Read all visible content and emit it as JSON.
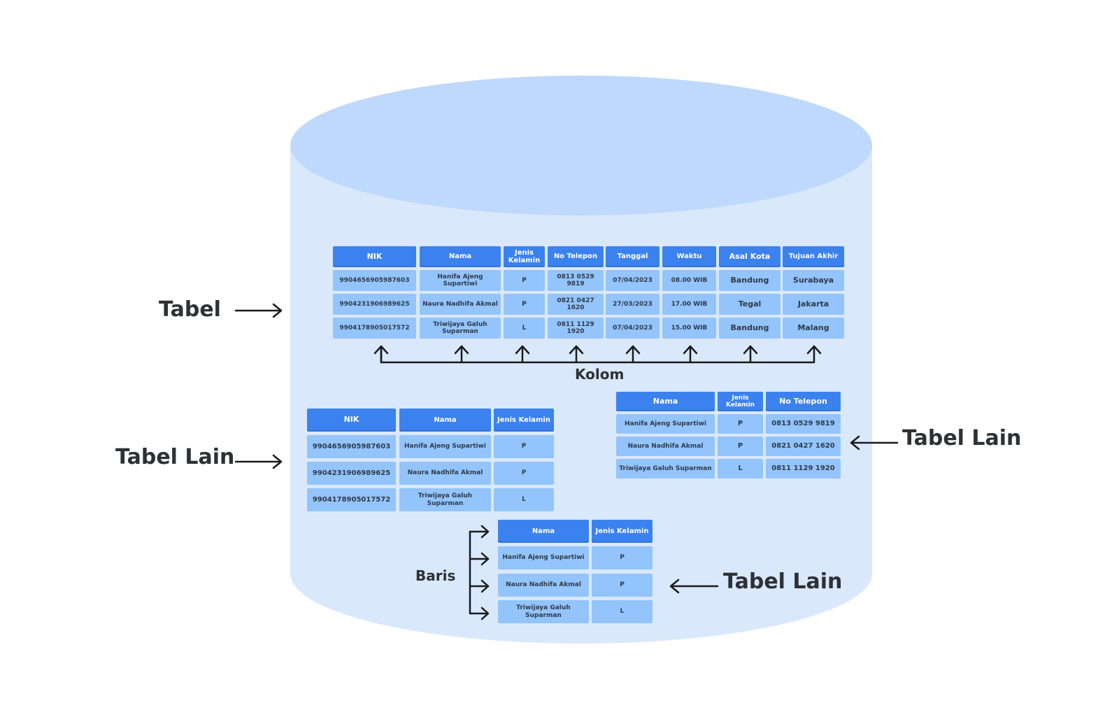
{
  "labels": {
    "tabel": "Tabel",
    "kolom": "Kolom",
    "baris": "Baris",
    "tabel_lain_left": "Tabel Lain",
    "tabel_lain_right": "Tabel Lain",
    "tabel_lain_bottom": "Tabel Lain"
  },
  "colors": {
    "cylinder_top": "#bed9fb",
    "cylinder_body": "#dae8fc",
    "header_cell": "#3b82ee",
    "data_cell": "#93c4fb",
    "arrow": "#1a1a1a"
  },
  "main_table": {
    "headers": [
      "NIK",
      "Nama",
      "Jenis Kelamin",
      "No Telepon",
      "Tanggal",
      "Waktu",
      "Asal Kota",
      "Tujuan Akhir"
    ],
    "rows": [
      [
        "9904656905987603",
        "Hanifa Ajeng Supartiwi",
        "P",
        "0813 0529 9819",
        "07/04/2023",
        "08.00 WIB",
        "Bandung",
        "Surabaya"
      ],
      [
        "9904231906989625",
        "Naura Nadhifa Akmal",
        "P",
        "0821 0427 1620",
        "27/03/2023",
        "17.00 WIB",
        "Tegal",
        "Jakarta"
      ],
      [
        "9904178905017572",
        "Triwijaya Galuh Suparman",
        "L",
        "0811 1129 1920",
        "07/04/2023",
        "15.00 WIB",
        "Bandung",
        "Malang"
      ]
    ]
  },
  "left_table": {
    "headers": [
      "NIK",
      "Nama",
      "Jenis Kelamin"
    ],
    "rows": [
      [
        "9904656905987603",
        "Hanifa Ajeng Supartiwi",
        "P"
      ],
      [
        "9904231906989625",
        "Naura Nadhifa Akmal",
        "P"
      ],
      [
        "9904178905017572",
        "Triwijaya Galuh Suparman",
        "L"
      ]
    ]
  },
  "right_table": {
    "headers": [
      "Nama",
      "Jenis Kelamin",
      "No Telepon"
    ],
    "rows": [
      [
        "Hanifa Ajeng Supartiwi",
        "P",
        "0813 0529 9819"
      ],
      [
        "Naura Nadhifa Akmal",
        "P",
        "0821 0427 1620"
      ],
      [
        "Triwijaya Galuh Suparman",
        "L",
        "0811 1129 1920"
      ]
    ]
  },
  "bottom_table": {
    "headers": [
      "Nama",
      "Jenis Kelamin"
    ],
    "rows": [
      [
        "Hanifa Ajeng Supartiwi",
        "P"
      ],
      [
        "Naura Nadhifa Akmal",
        "P"
      ],
      [
        "Triwijaya Galuh Suparman",
        "L"
      ]
    ]
  }
}
